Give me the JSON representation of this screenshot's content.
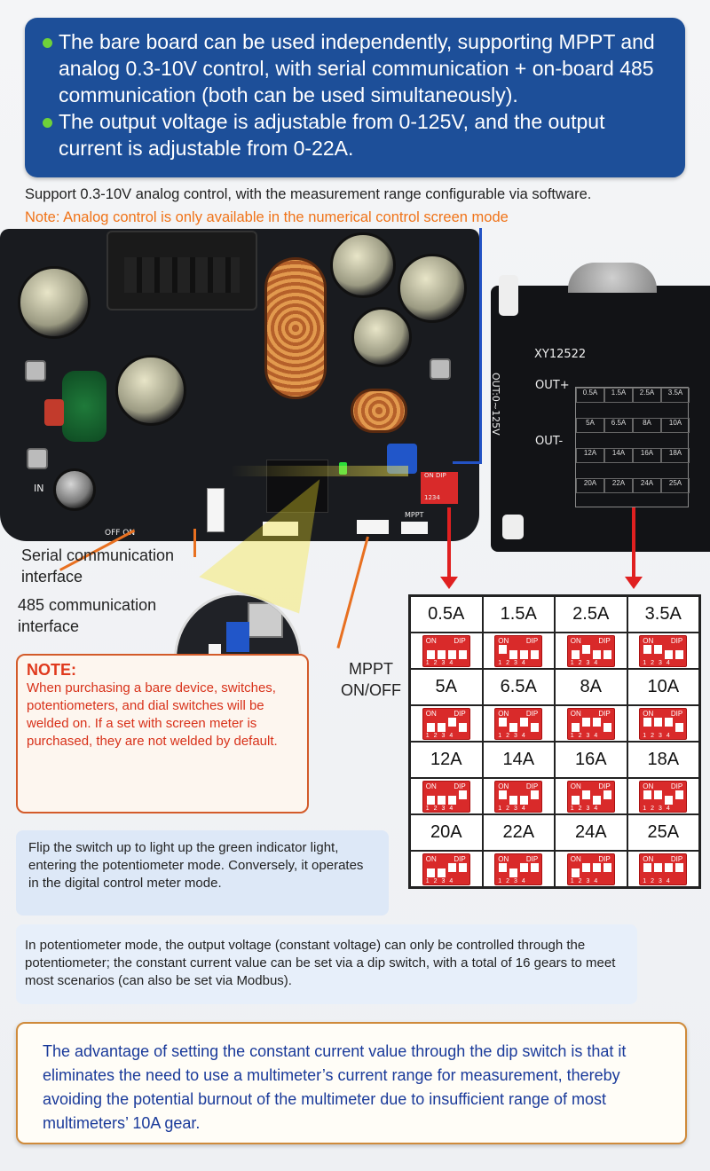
{
  "banner": {
    "bullet1": "The bare board can be used independently, supporting MPPT and analog 0.3-10V control, with serial communication + on-board 485 communication (both can be used simultaneously).",
    "bullet2": "The output voltage is adjustable from 0-125V, and the output current is adjustable from 0-22A."
  },
  "support_text": "Support 0.3-10V analog control, with the measurement range configurable via software.",
  "analog_note": "Note: Analog control is only available in the numerical control screen mode",
  "board_labels": {
    "model": "XY12522",
    "out_range": "OUT:0~125V",
    "out_plus": "OUT+",
    "out_minus": "OUT-",
    "in": "IN",
    "off_on": "OFF ON",
    "mppt_small": "MPPT",
    "dip_on": "ON",
    "dip_label": "DIP",
    "dip_nums": "1234"
  },
  "mini_table": [
    "0.5A",
    "1.5A",
    "2.5A",
    "3.5A",
    "5A",
    "6.5A",
    "8A",
    "10A",
    "12A",
    "14A",
    "16A",
    "18A",
    "20A",
    "22A",
    "24A",
    "25A"
  ],
  "labels": {
    "serial": "Serial communication interface",
    "rs485": "485 communication interface",
    "mppt": "MPPT ON/OFF"
  },
  "dip_table": [
    {
      "label": "0.5A",
      "on": [
        0,
        0,
        0,
        0
      ]
    },
    {
      "label": "1.5A",
      "on": [
        1,
        0,
        0,
        0
      ]
    },
    {
      "label": "2.5A",
      "on": [
        0,
        1,
        0,
        0
      ]
    },
    {
      "label": "3.5A",
      "on": [
        1,
        1,
        0,
        0
      ]
    },
    {
      "label": "5A",
      "on": [
        0,
        0,
        1,
        0
      ]
    },
    {
      "label": "6.5A",
      "on": [
        1,
        0,
        1,
        0
      ]
    },
    {
      "label": "8A",
      "on": [
        0,
        1,
        1,
        0
      ]
    },
    {
      "label": "10A",
      "on": [
        1,
        1,
        1,
        0
      ]
    },
    {
      "label": "12A",
      "on": [
        0,
        0,
        0,
        1
      ]
    },
    {
      "label": "14A",
      "on": [
        1,
        0,
        0,
        1
      ]
    },
    {
      "label": "16A",
      "on": [
        0,
        1,
        0,
        1
      ]
    },
    {
      "label": "18A",
      "on": [
        1,
        1,
        0,
        1
      ]
    },
    {
      "label": "20A",
      "on": [
        0,
        0,
        1,
        1
      ]
    },
    {
      "label": "22A",
      "on": [
        1,
        0,
        1,
        1
      ]
    },
    {
      "label": "24A",
      "on": [
        0,
        1,
        1,
        1
      ]
    },
    {
      "label": "25A",
      "on": [
        1,
        1,
        1,
        1
      ]
    }
  ],
  "note": {
    "title": "NOTE:",
    "body": "When purchasing a bare device, switches, potentiometers, and dial switches will be welded on. If a set with screen meter is purchased, they are not welded by default."
  },
  "flip_text": "Flip the switch up to light up the green indicator light, entering the potentiometer mode. Conversely, it operates in the digital control meter mode.",
  "pot_text": "In potentiometer mode, the output voltage (constant voltage) can only be controlled through the potentiometer; the constant current value can be set via a dip switch, with a total of 16 gears to meet most scenarios (can also be set via Modbus).",
  "advantage_text": "The advantage of setting the constant current value through the dip switch is that it eliminates the need to use a multimeter’s current range for measurement, thereby avoiding the potential burnout of the multimeter due to insufficient range of most multimeters’ 10A gear."
}
